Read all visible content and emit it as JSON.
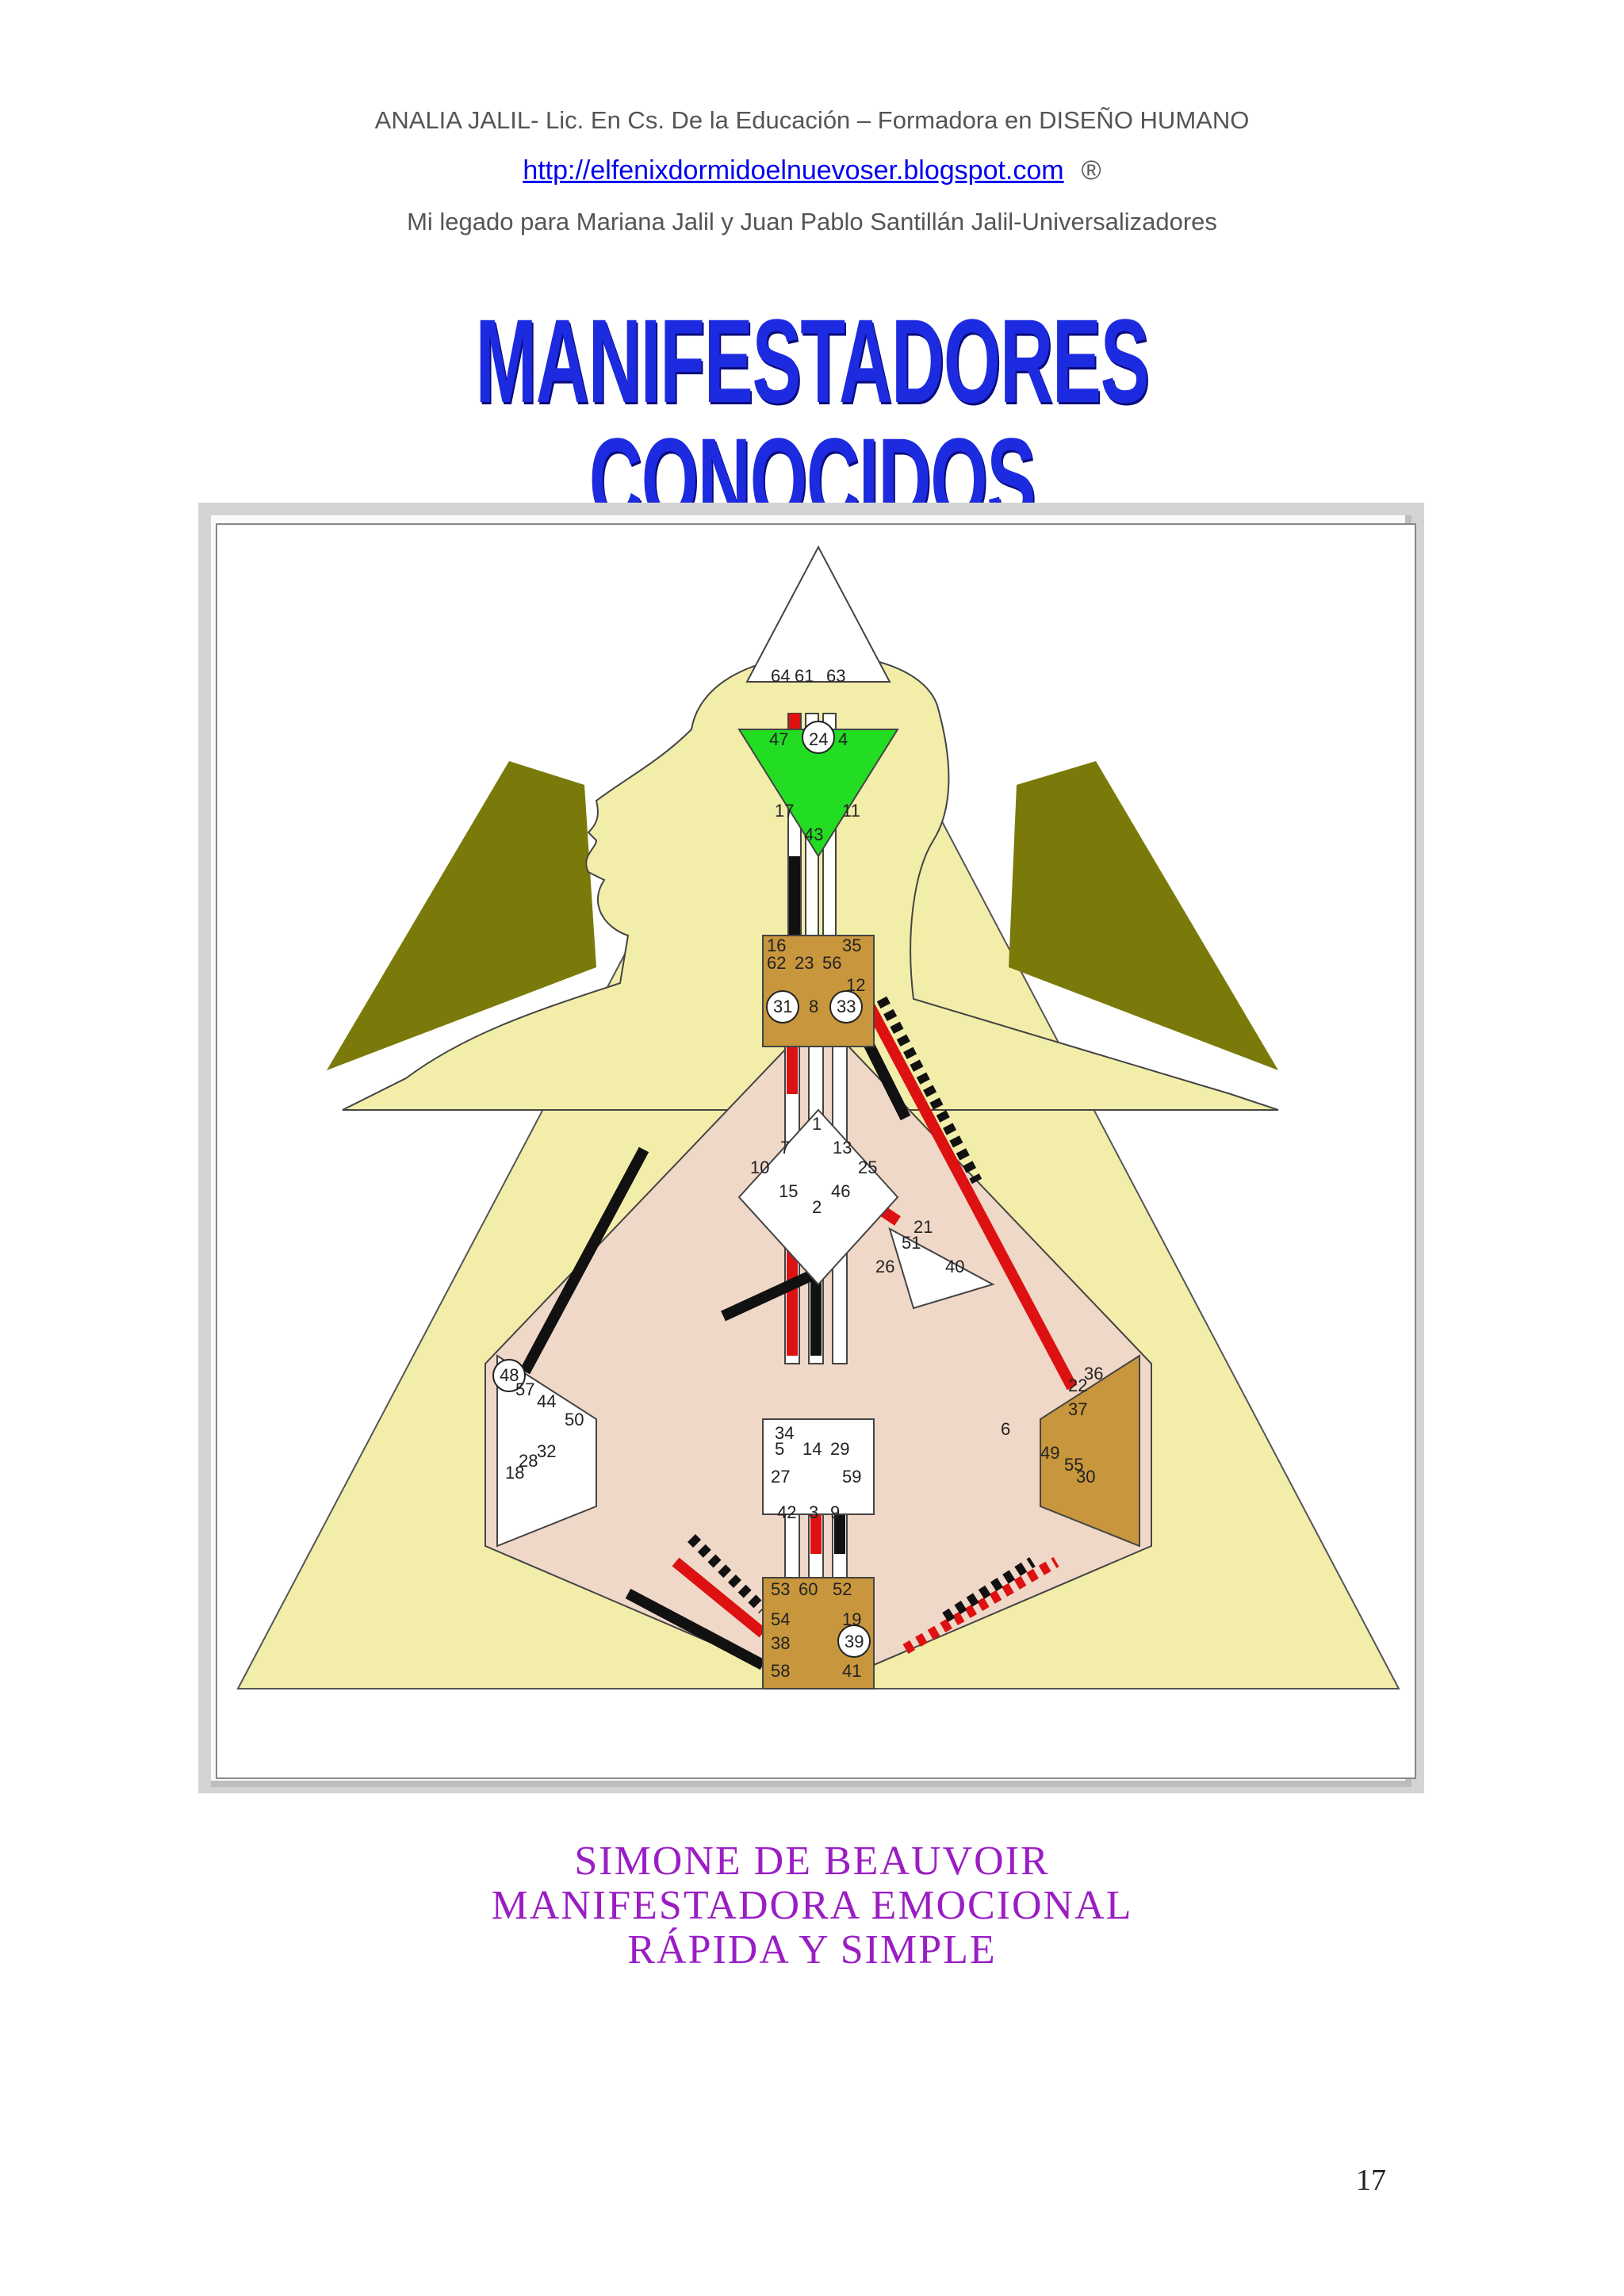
{
  "header": {
    "line1": "ANALIA JALIL- Lic. En Cs. De la Educación – Formadora en DISEÑO HUMANO",
    "url": "http://elfenixdormidoelnuevoser.blogspot.com",
    "registered": "®",
    "line3": "Mi legado para Mariana Jalil  y Juan Pablo Santillán Jalil-Universalizadores"
  },
  "title": "MANIFESTADORES CONOCIDOS",
  "bodygraph": {
    "gates": [
      "64",
      "61",
      "63",
      "47",
      "24",
      "4",
      "17",
      "11",
      "43",
      "16",
      "35",
      "62",
      "23",
      "56",
      "12",
      "31",
      "8",
      "33",
      "1",
      "7",
      "13",
      "10",
      "25",
      "15",
      "46",
      "2",
      "21",
      "51",
      "26",
      "40",
      "48",
      "57",
      "44",
      "50",
      "34",
      "5",
      "14",
      "29",
      "27",
      "59",
      "42",
      "3",
      "9",
      "18",
      "28",
      "32",
      "37",
      "6",
      "49",
      "55",
      "30",
      "22",
      "36",
      "53",
      "60",
      "52",
      "54",
      "19",
      "38",
      "39",
      "58",
      "41"
    ]
  },
  "caption": {
    "line1": "SIMONE DE BEAUVOIR",
    "line2": "MANIFESTADORA EMOCIONAL",
    "line3": "RÁPIDA Y SIMPLE"
  },
  "page_number": "17",
  "colors": {
    "title_blue": "#1c2be0",
    "caption_purple": "#9a1ec4",
    "aura_yellow": "#f2eeaa",
    "olive": "#7a7a0a",
    "center_brown": "#c8963c",
    "ajna_green": "#22dd22",
    "channel_red": "#dd1111",
    "field_pink": "#f0d8c8"
  }
}
